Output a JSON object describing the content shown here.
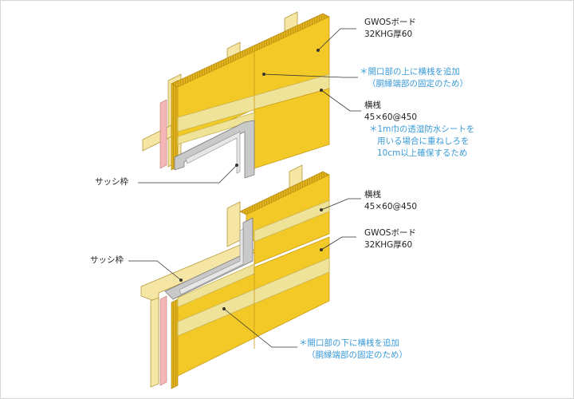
{
  "top": {
    "board_label": "GWOSボード",
    "board_spec": "32KHG厚60",
    "note_upper_1": "＊開口部の上に横桟を追加",
    "note_upper_2": "（胴縁端部の固定のため）",
    "batten_label": "横桟",
    "batten_spec": "45×60@450",
    "note_seam_1": "＊1m巾の透湿防水シートを",
    "note_seam_2": "用いる場合に重ねしろを",
    "note_seam_3": "10cm以上確保するため",
    "sash_label": "サッシ枠"
  },
  "bottom": {
    "batten_label": "横桟",
    "batten_spec": "45×60@450",
    "board_label": "GWOSボード",
    "board_spec": "32KHG厚60",
    "sash_label": "サッシ枠",
    "note_lower_1": "＊開口部の下に横桟を追加",
    "note_lower_2": "（胴縁端部の固定のため）"
  },
  "colors": {
    "board": "#f3c928",
    "board_edge": "#c99a12",
    "batten": "#efe39a",
    "stud": "#f5e6a6",
    "sash": "#c9c9c9",
    "membrane": "#f4b6b6",
    "note_text": "#3a9ad9",
    "leader": "#333333"
  }
}
